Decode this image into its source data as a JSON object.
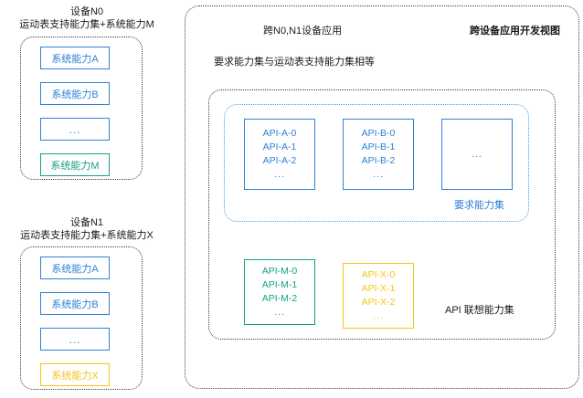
{
  "colors": {
    "blue": "#2f80d8",
    "green": "#16a085",
    "yellow": "#f5c518",
    "dash_black": "#3b3b3b",
    "dash_blue": "#4a9fe0"
  },
  "devices": [
    {
      "title_line1": "设备N0",
      "title_line2": "运动表支持能力集+系统能力M",
      "capabilities": [
        {
          "label": "系统能力A",
          "color": "blue"
        },
        {
          "label": "系统能力B",
          "color": "blue"
        },
        {
          "label": "...",
          "color": "blue"
        },
        {
          "label": "系统能力M",
          "color": "green"
        }
      ]
    },
    {
      "title_line1": "设备N1",
      "title_line2": "运动表支持能力集+系统能力X",
      "capabilities": [
        {
          "label": "系统能力A",
          "color": "blue"
        },
        {
          "label": "系统能力B",
          "color": "blue"
        },
        {
          "label": "...",
          "color": "blue"
        },
        {
          "label": "系统能力X",
          "color": "yellow"
        }
      ]
    }
  ],
  "panel": {
    "app_title": "跨N0,N1设备应用",
    "view_title": "跨设备应用开发视图",
    "note": "要求能力集与运动表支持能力集相等",
    "required_set": {
      "label": "要求能力集",
      "boxes": [
        {
          "lines": [
            "API-A-0",
            "API-A-1",
            "API-A-2",
            "..."
          ],
          "color": "blue"
        },
        {
          "lines": [
            "API-B-0",
            "API-B-1",
            "API-B-2",
            "..."
          ],
          "color": "blue"
        },
        {
          "lines": [
            "..."
          ],
          "color": "blue"
        }
      ]
    },
    "union_set": {
      "label": "API 联想能力集",
      "boxes": [
        {
          "lines": [
            "API-M-0",
            "API-M-1",
            "API-M-2",
            "..."
          ],
          "color": "green"
        },
        {
          "lines": [
            "API-X-0",
            "API-X-1",
            "API-X-2",
            "..."
          ],
          "color": "yellow"
        }
      ]
    }
  }
}
